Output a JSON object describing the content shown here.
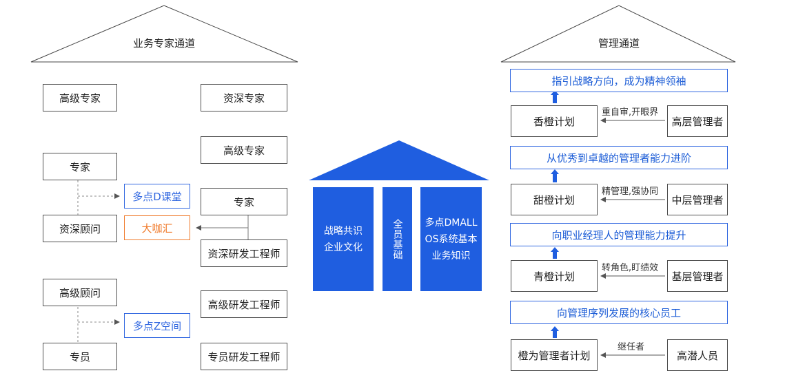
{
  "left": {
    "title": "业务专家通道",
    "col1": {
      "senior_expert": "高级专家",
      "expert": "专家",
      "senior_consultant": "资深顾问",
      "high_consultant": "高级顾问",
      "specialist": "专员"
    },
    "programs": {
      "d_class": "多点D课堂",
      "da_ka_hui": "大咖汇",
      "z_space": "多点Z空间"
    },
    "col2": {
      "chief_expert": "资深专家",
      "senior_expert": "高级专家",
      "expert": "专家",
      "senior_rd_engineer": "资深研发工程师",
      "high_rd_engineer": "高级研发工程师",
      "specialist_rd_engineer": "专员研发工程师"
    }
  },
  "center": {
    "col1": [
      "战略共识",
      "企业文化"
    ],
    "col2": "全员基础",
    "col3": [
      "多点DMALL",
      "OS系统基本",
      "业务知识"
    ]
  },
  "right": {
    "title": "管理通道",
    "banners": {
      "b1": "指引战略方向，成为精神领袖",
      "b2": "从优秀到卓越的管理者能力进阶",
      "b3": "向职业经理人的管理能力提升",
      "b4": "向管理序列发展的核心员工"
    },
    "plans": {
      "p1": "香橙计划",
      "p2": "甜橙计划",
      "p3": "青橙计划",
      "p4": "橙为管理者计划"
    },
    "levels": {
      "l1": "高层管理者",
      "l2": "中层管理者",
      "l3": "基层管理者",
      "l4": "高潜人员"
    },
    "notes": {
      "n1": "重自审,开眼界",
      "n2": "精管理,强协同",
      "n3": "转角色,盯绩效",
      "n4": "继任者"
    }
  },
  "colors": {
    "blue": "#1f5ee0",
    "blue_border": "#2f66e0",
    "orange": "#f07a2a",
    "grey_border": "#4d4d4d"
  }
}
